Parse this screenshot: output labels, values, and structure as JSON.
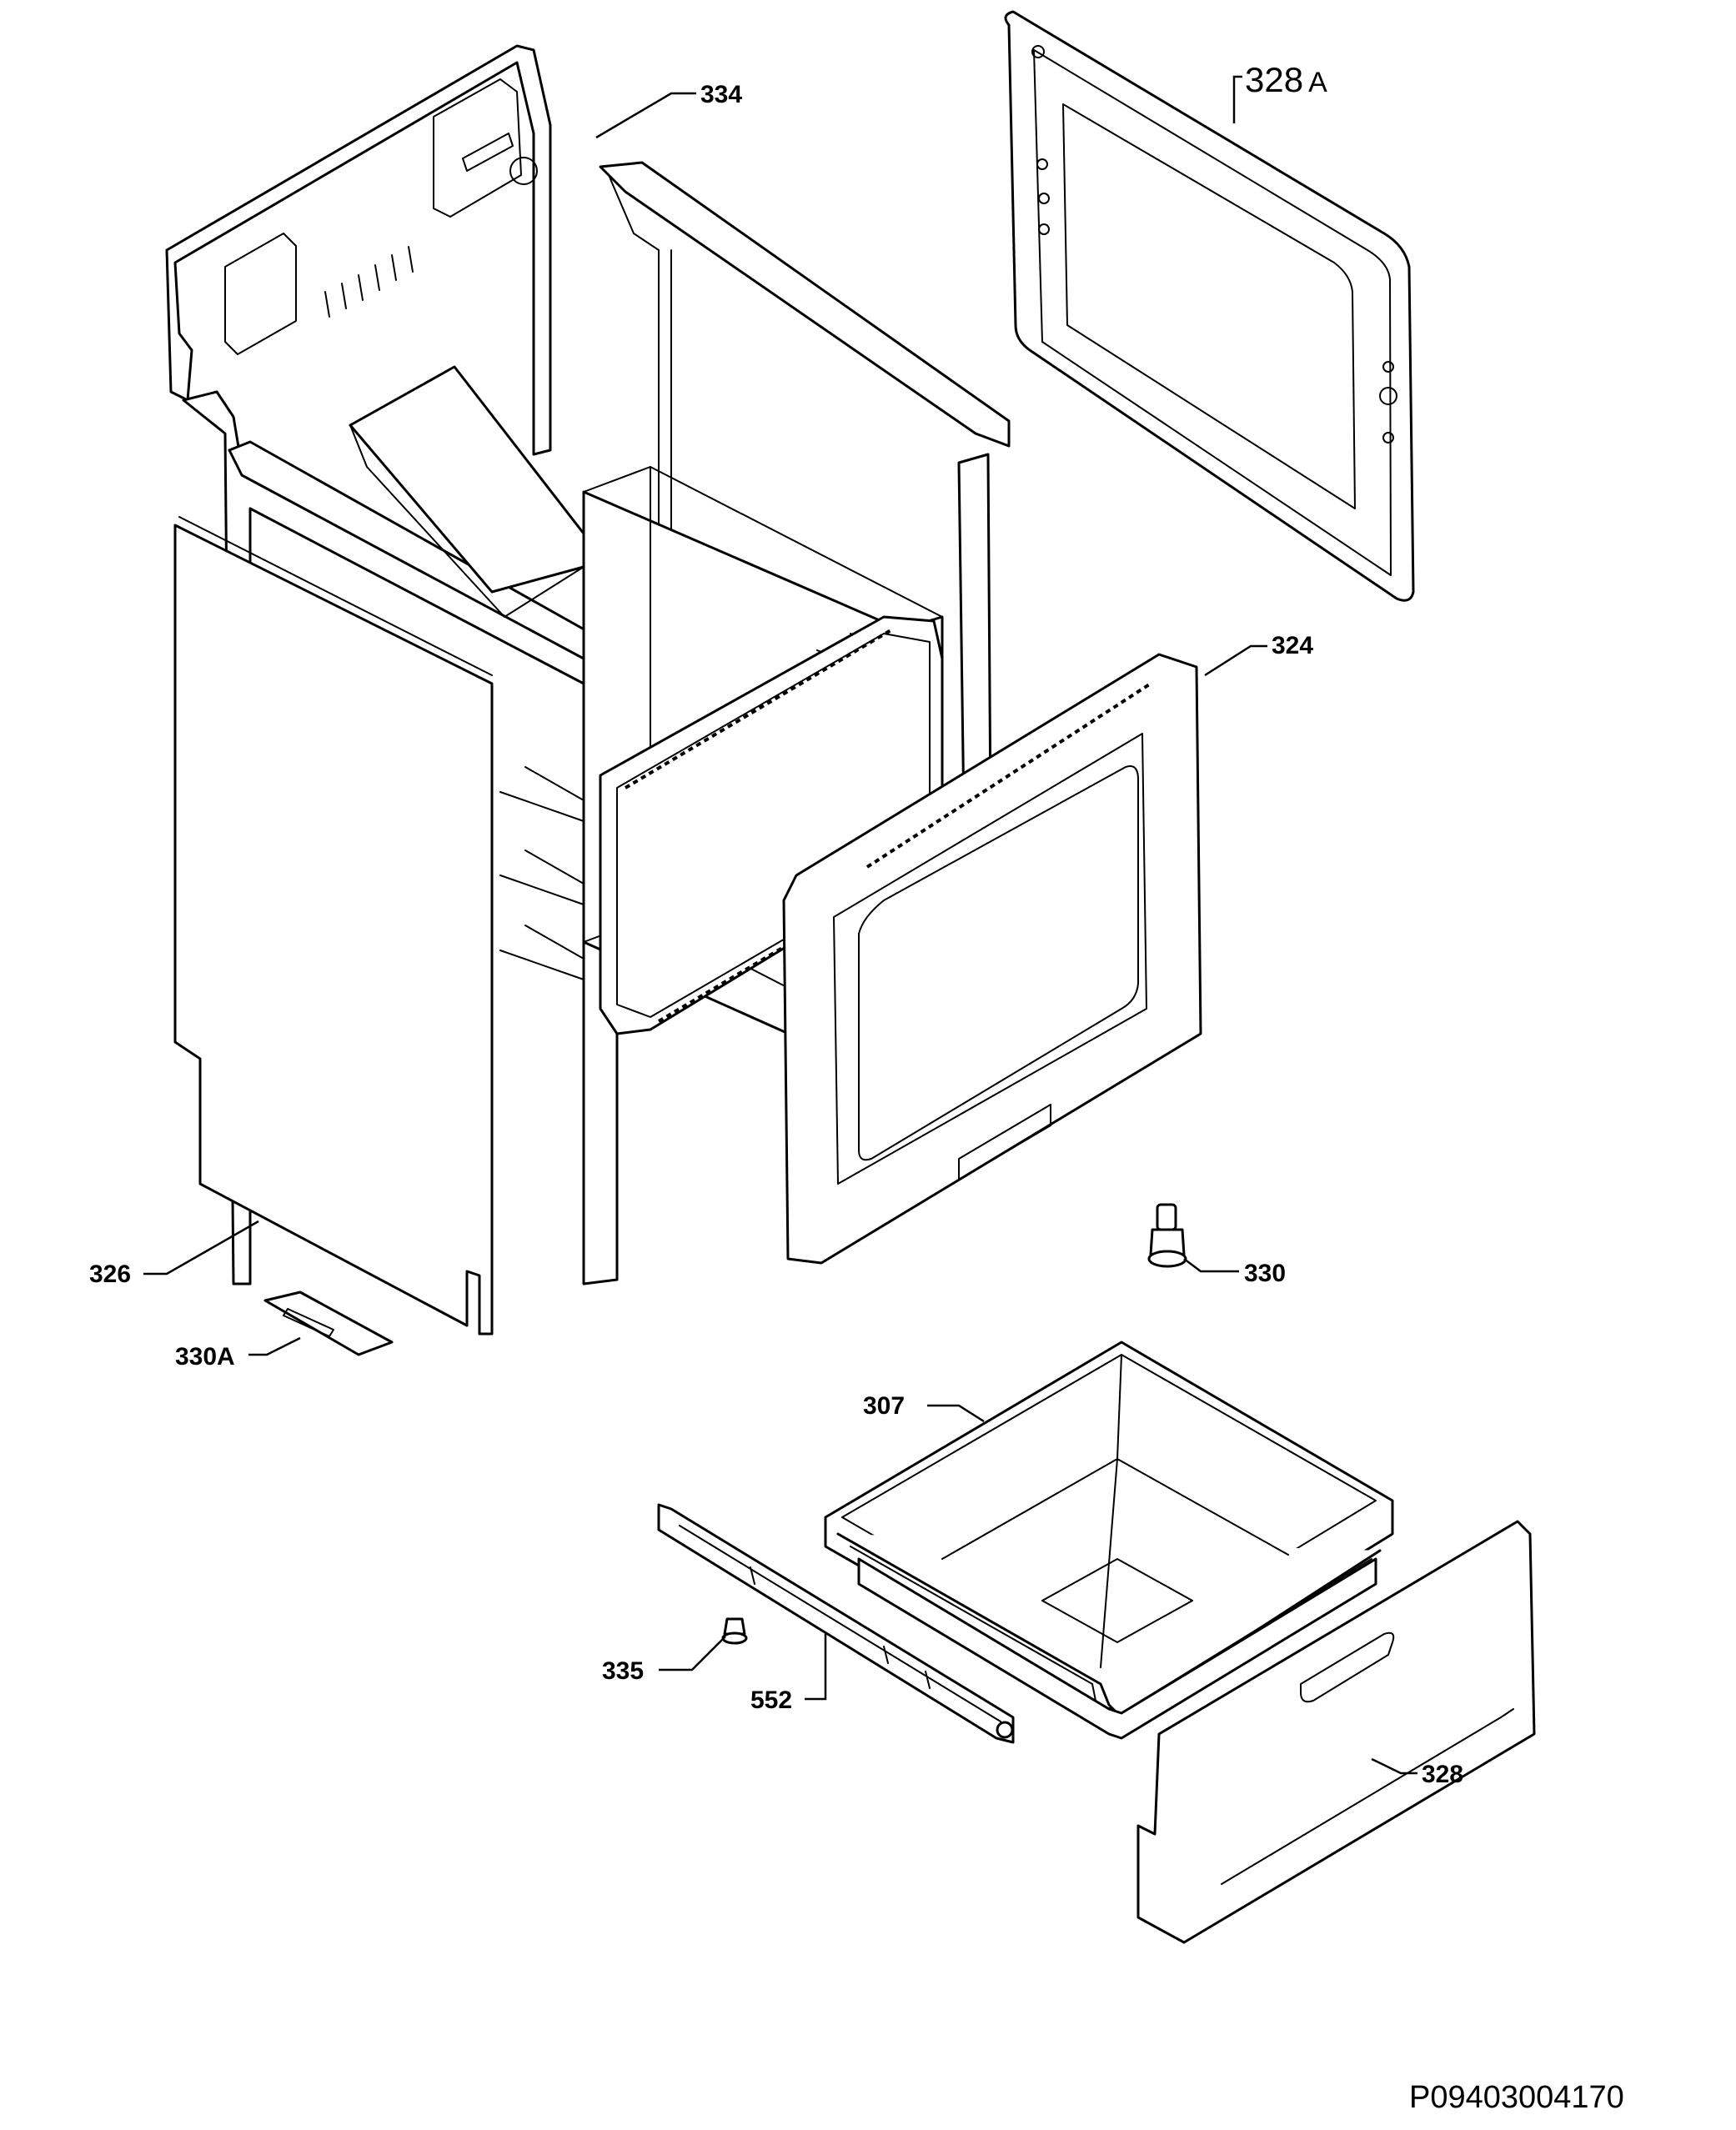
{
  "diagram": {
    "document_id": "P09403004170",
    "parts": [
      {
        "ref": "334"
      },
      {
        "ref": "328",
        "suffix": "A"
      },
      {
        "ref": "324"
      },
      {
        "ref": "326"
      },
      {
        "ref": "330A"
      },
      {
        "ref": "330"
      },
      {
        "ref": "307"
      },
      {
        "ref": "335"
      },
      {
        "ref": "552"
      },
      {
        "ref": "328"
      }
    ]
  }
}
